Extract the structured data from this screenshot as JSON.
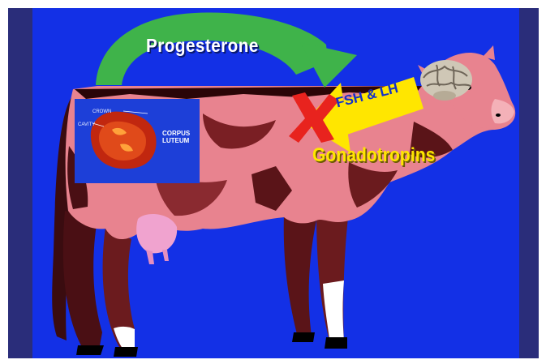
{
  "labels": {
    "hormone_top": "Progesterone",
    "hormones_from_brain": "FSH & LH",
    "hormone_group": "Gonadotropins",
    "block_mark": "X",
    "organ_name": "CORPUS LUTEUM",
    "organ_part_top": "CROWN",
    "organ_part_side": "CAVITY"
  },
  "colors": {
    "background_outer": "#2a2d7a",
    "background_panel": "#1330e6",
    "progesterone_arrow": "#3fb34a",
    "gonadotropin_arrow": "#ffe600",
    "block_mark": "#e8231e",
    "cow_body": "#e8838f",
    "cow_shadow": "#6b1b1e"
  },
  "icons": [
    "cow-illustration",
    "brain-icon",
    "corpus-luteum-photo"
  ]
}
